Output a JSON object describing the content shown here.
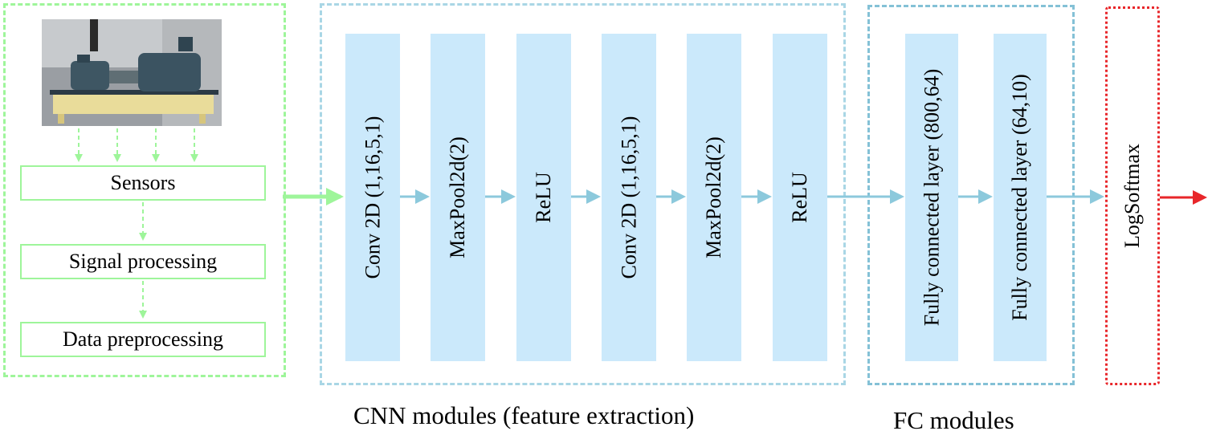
{
  "input_module": {
    "photo_description": "test-rig-photo",
    "steps": [
      "Sensors",
      "Signal processing",
      "Data preprocessing"
    ]
  },
  "cnn_module": {
    "caption": "CNN modules (feature extraction)",
    "layers": [
      "Conv 2D (1,16,5,1)",
      "MaxPool2d(2)",
      "ReLU",
      "Conv 2D (1,16,5,1)",
      "MaxPool2d(2)",
      "ReLU"
    ]
  },
  "fc_module": {
    "caption": "FC modules",
    "layers": [
      "Fully connected layer (800,64)",
      "Fully connected layer (64,10)"
    ]
  },
  "output": {
    "label": "LogSoftmax"
  },
  "colors": {
    "input_border": "#9ef59a",
    "cnn_border": "#a9d6e5",
    "fc_border": "#84c1d6",
    "layer_fill": "#cbe9fb",
    "output_border": "#e8262a",
    "arrow": "#8cc9dc"
  }
}
